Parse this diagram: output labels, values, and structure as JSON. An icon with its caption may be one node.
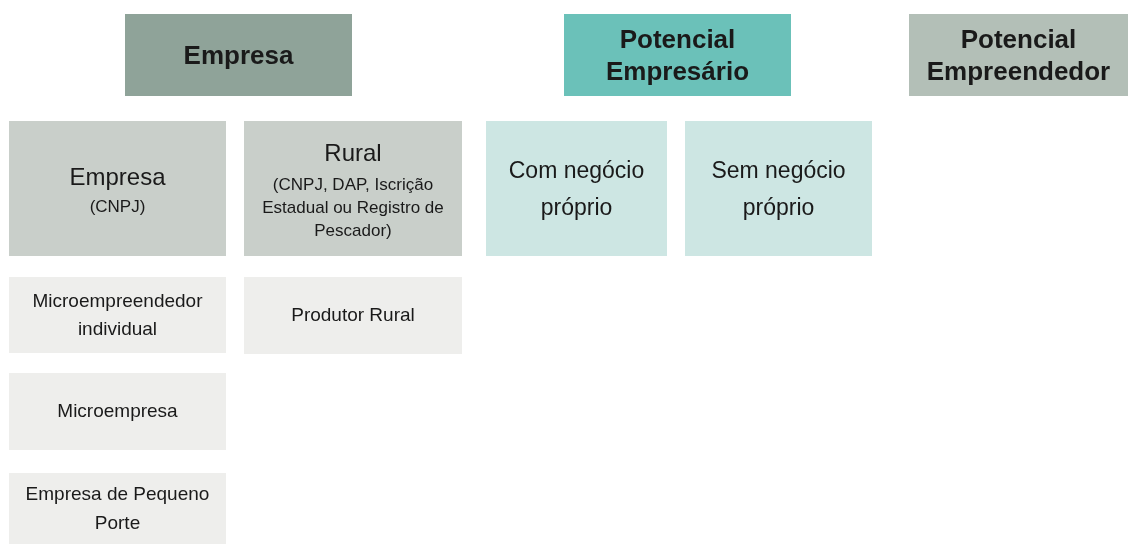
{
  "diagram": {
    "nodes": [
      {
        "text": [
          "Empresa"
        ]
      },
      {
        "text": [
          "Potencial Empresário"
        ]
      },
      {
        "text": [
          "Potencial Empreendedor"
        ]
      },
      {
        "text": [
          "Empresa",
          "(CNPJ)"
        ]
      },
      {
        "text": [
          "Rural",
          "(CNPJ, DAP, Iscrição Estadual ou Registro de Pescador)"
        ]
      },
      {
        "text": [
          "Com negócio próprio"
        ]
      },
      {
        "text": [
          "Sem negócio próprio"
        ]
      },
      {
        "text": [
          "Microempreendedor individual"
        ]
      },
      {
        "text": [
          "Produtor Rural"
        ]
      },
      {
        "text": [
          "Microempresa"
        ]
      },
      {
        "text": [
          "Empresa de Pequeno Porte"
        ]
      }
    ]
  }
}
